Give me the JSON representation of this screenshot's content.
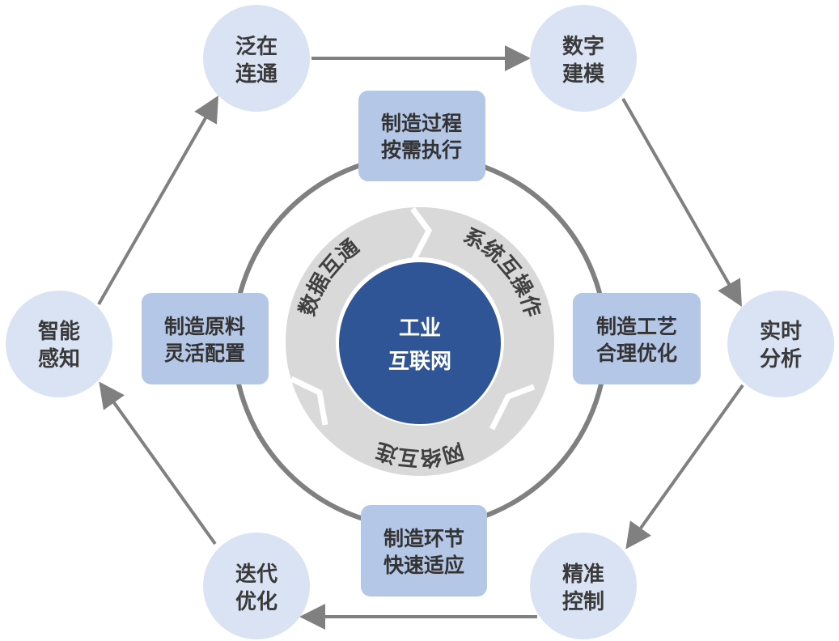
{
  "colors": {
    "outer_circle": "#dae3f3",
    "box": "#b4c7e7",
    "ring": "#808080",
    "arrow_ring": "#d9d9d9",
    "center": "#2f5597",
    "arrow": "#808080"
  },
  "center": {
    "line1": "工业",
    "line2": "互联网"
  },
  "arc_labels": {
    "data": "数据互通",
    "system": "系统互操作",
    "network": "网络互连"
  },
  "boxes": {
    "top": {
      "line1": "制造过程",
      "line2": "按需执行"
    },
    "left": {
      "line1": "制造原料",
      "line2": "灵活配置"
    },
    "right": {
      "line1": "制造工艺",
      "line2": "合理优化"
    },
    "bottom": {
      "line1": "制造环节",
      "line2": "快速适应"
    }
  },
  "cycle": [
    {
      "line1": "泛在",
      "line2": "连通"
    },
    {
      "line1": "数字",
      "line2": "建模"
    },
    {
      "line1": "实时",
      "line2": "分析"
    },
    {
      "line1": "精准",
      "line2": "控制"
    },
    {
      "line1": "迭代",
      "line2": "优化"
    },
    {
      "line1": "智能",
      "line2": "感知"
    }
  ]
}
